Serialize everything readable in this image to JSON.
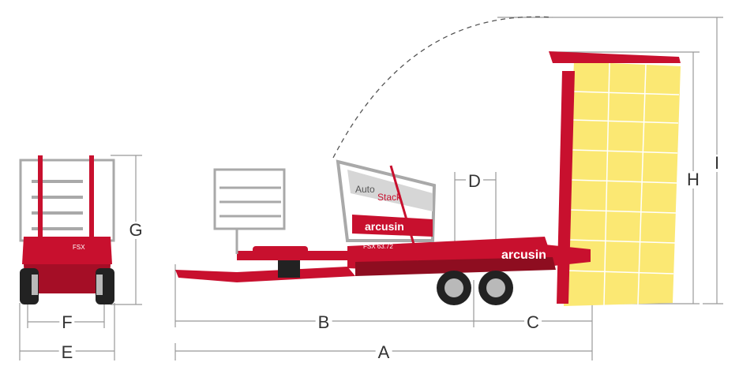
{
  "colors": {
    "frame": "#c8102e",
    "frame_dark": "#8e0d20",
    "bale": "#fbe873",
    "bale_line": "#ffffff",
    "wheel": "#222222",
    "rim": "#b9b9b9",
    "metal": "#a9a9a9",
    "dim_line": "#999999",
    "text": "#333333"
  },
  "dimensions": {
    "A": "A",
    "B": "B",
    "C": "C",
    "D": "D",
    "E": "E",
    "F": "F",
    "G": "G",
    "H": "H",
    "I": "I"
  },
  "machine": {
    "auto_word": "Auto",
    "stack_word": "Stack",
    "brand": "arcusin",
    "model": "FSX 63.72",
    "front_model": "FSX"
  }
}
